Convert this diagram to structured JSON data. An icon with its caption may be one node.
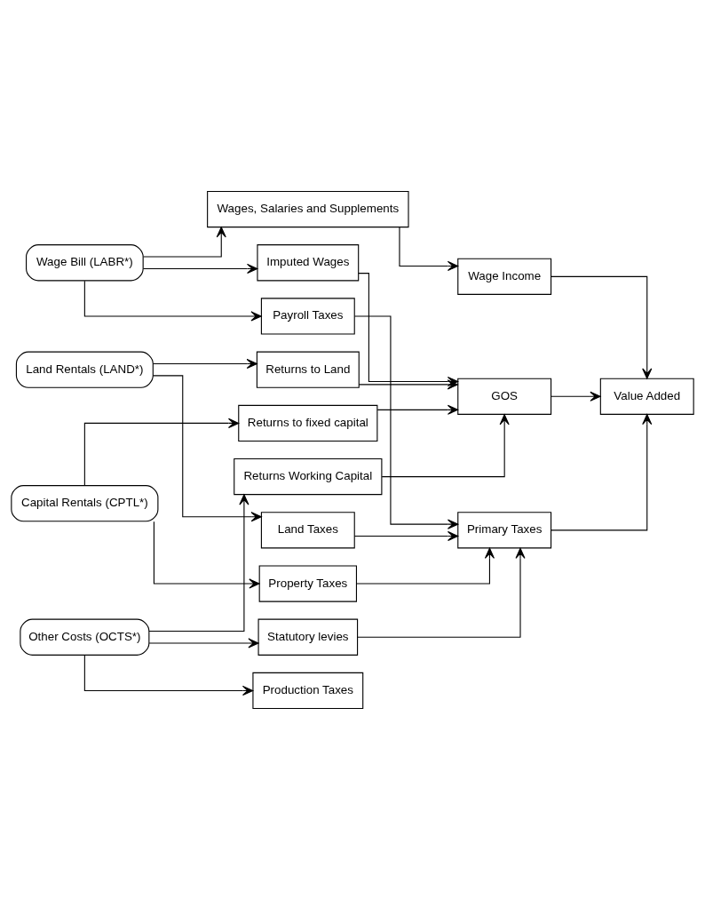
{
  "diagram": {
    "nodes": [
      {
        "text": [
          "Wage Bill (LABR*)"
        ]
      },
      {
        "text": [
          "Capital Rentals (CPTL*)"
        ]
      },
      {
        "text": [
          "Land Rentals (LAND*)"
        ]
      },
      {
        "text": [
          "Other Costs (OCTS*)"
        ]
      },
      {
        "text": [
          "Wages, Salaries and Supplements"
        ]
      },
      {
        "text": [
          "Imputed Wages"
        ]
      },
      {
        "text": [
          "Payroll Taxes"
        ]
      },
      {
        "text": [
          "Returns to fixed capital"
        ]
      },
      {
        "text": [
          "Property Taxes"
        ]
      },
      {
        "text": [
          "Returns to Land"
        ]
      },
      {
        "text": [
          "Land Taxes"
        ]
      },
      {
        "text": [
          "Returns Working Capital"
        ]
      },
      {
        "text": [
          "Statutory levies"
        ]
      },
      {
        "text": [
          "Production Taxes"
        ]
      },
      {
        "text": [
          "Wage Income"
        ]
      },
      {
        "text": [
          "GOS"
        ]
      },
      {
        "text": [
          "Primary Taxes"
        ]
      },
      {
        "text": [
          "Value Added"
        ]
      }
    ],
    "edges": [
      {
        "from": 0,
        "to": 4,
        "arrow": "to"
      },
      {
        "from": 0,
        "to": 5,
        "arrow": "to"
      },
      {
        "from": 0,
        "to": 6,
        "arrow": "to"
      },
      {
        "from": 1,
        "to": 7,
        "arrow": "to"
      },
      {
        "from": 1,
        "to": 8,
        "arrow": "to"
      },
      {
        "from": 2,
        "to": 9,
        "arrow": "to"
      },
      {
        "from": 2,
        "to": 10,
        "arrow": "to"
      },
      {
        "from": 3,
        "to": 11,
        "arrow": "to"
      },
      {
        "from": 3,
        "to": 12,
        "arrow": "to"
      },
      {
        "from": 3,
        "to": 13,
        "arrow": "to"
      },
      {
        "from": 4,
        "to": 14,
        "arrow": "to"
      },
      {
        "from": 5,
        "to": 15,
        "arrow": "to"
      },
      {
        "from": 7,
        "to": 15,
        "arrow": "to"
      },
      {
        "from": 9,
        "to": 15,
        "arrow": "to"
      },
      {
        "from": 11,
        "to": 15,
        "arrow": "to"
      },
      {
        "from": 6,
        "to": 16,
        "arrow": "to"
      },
      {
        "from": 8,
        "to": 16,
        "arrow": "to"
      },
      {
        "from": 10,
        "to": 16,
        "arrow": "to"
      },
      {
        "from": 12,
        "to": 16,
        "arrow": "to"
      },
      {
        "from": 14,
        "to": 17,
        "arrow": "to"
      },
      {
        "from": 15,
        "to": 17,
        "arrow": "to"
      },
      {
        "from": 16,
        "to": 17,
        "arrow": "to"
      }
    ]
  }
}
